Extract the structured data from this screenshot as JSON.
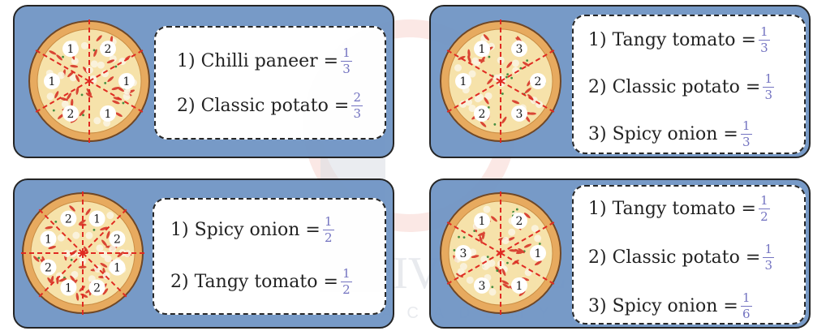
{
  "watermark": {
    "brand": "LIVWELL",
    "tagline": "ACADEMY"
  },
  "panels": [
    {
      "pizza": {
        "slices": [
          "2",
          "1",
          "1",
          "2",
          "1",
          "1"
        ]
      },
      "items": [
        {
          "label": "1) Chilli paneer =",
          "num": "1",
          "den": "3"
        },
        {
          "label": "2) Classic potato =",
          "num": "2",
          "den": "3"
        }
      ]
    },
    {
      "pizza": {
        "slices": [
          "3",
          "2",
          "3",
          "2",
          "1",
          "1"
        ]
      },
      "items": [
        {
          "label": "1) Tangy tomato =",
          "num": "1",
          "den": "3"
        },
        {
          "label": "2) Classic potato =",
          "num": "1",
          "den": "3"
        },
        {
          "label": "3) Spicy onion =",
          "num": "1",
          "den": "3"
        }
      ]
    },
    {
      "pizza": {
        "slices": [
          "1",
          "2",
          "1",
          "2",
          "1",
          "2",
          "1",
          "2"
        ]
      },
      "items": [
        {
          "label": "1) Spicy onion =",
          "num": "1",
          "den": "2"
        },
        {
          "label": "2) Tangy tomato =",
          "num": "1",
          "den": "2"
        }
      ]
    },
    {
      "pizza": {
        "slices": [
          "2",
          "1",
          "1",
          "3",
          "3",
          "1"
        ]
      },
      "items": [
        {
          "label": "1) Tangy tomato =",
          "num": "1",
          "den": "2"
        },
        {
          "label": "2) Classic potato =",
          "num": "1",
          "den": "3"
        },
        {
          "label": "3) Spicy onion =",
          "num": "1",
          "den": "6"
        }
      ]
    }
  ]
}
